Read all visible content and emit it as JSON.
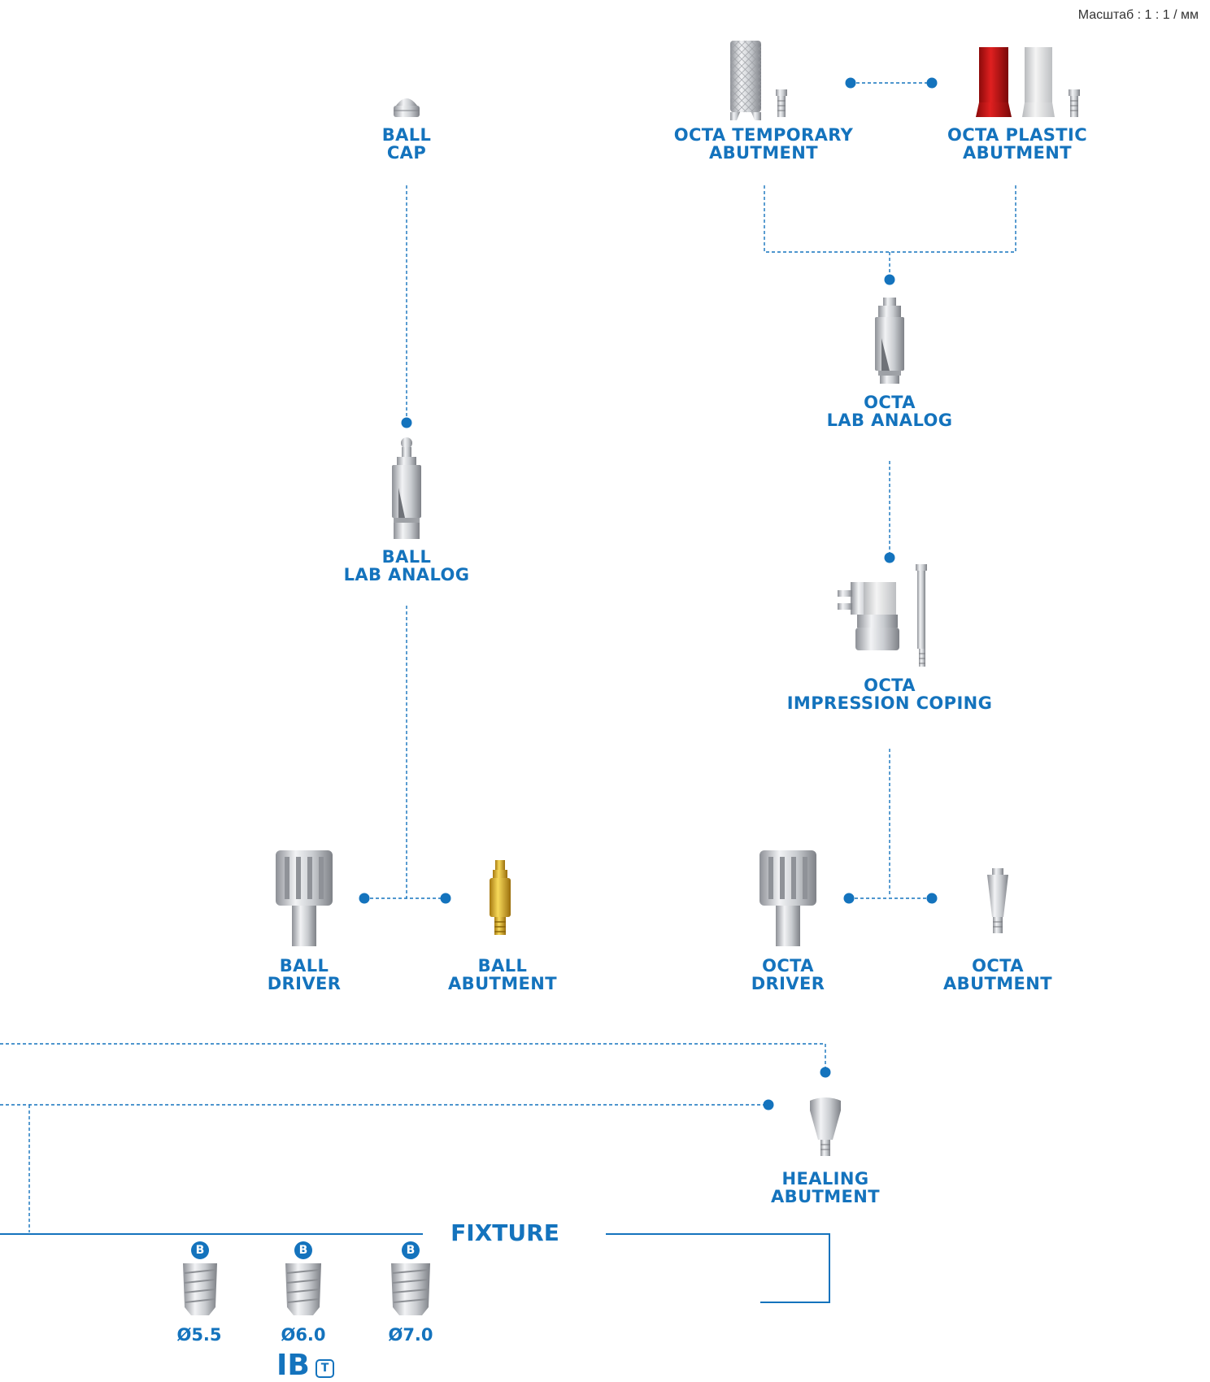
{
  "scale_label": "Масштаб : 1 : 1 / мм",
  "colors": {
    "accent": "#1473bd",
    "metal": "#bfc2c6",
    "gold": "#d9a520",
    "red": "#c41414"
  },
  "components": {
    "ball_cap": {
      "line1": "BALL",
      "line2": "CAP",
      "icon": "ball-cap-icon"
    },
    "ball_lab_analog": {
      "line1": "BALL",
      "line2": "LAB ANALOG",
      "icon": "lab-analog-icon"
    },
    "ball_driver": {
      "line1": "BALL",
      "line2": "DRIVER",
      "icon": "driver-icon"
    },
    "ball_abutment": {
      "line1": "BALL",
      "line2": "ABUTMENT",
      "icon": "ball-abutment-icon"
    },
    "octa_temporary": {
      "line1": "OCTA TEMPORARY",
      "line2": "ABUTMENT",
      "icon": "temporary-abutment-icon"
    },
    "octa_plastic": {
      "line1": "OCTA PLASTIC",
      "line2": "ABUTMENT",
      "icon": "plastic-abutment-icon"
    },
    "octa_lab_analog": {
      "line1": "OCTA",
      "line2": "LAB ANALOG",
      "icon": "lab-analog-icon"
    },
    "octa_impression": {
      "line1": "OCTA",
      "line2": "IMPRESSION COPING",
      "icon": "impression-coping-icon"
    },
    "octa_driver": {
      "line1": "OCTA",
      "line2": "DRIVER",
      "icon": "driver-icon"
    },
    "octa_abutment": {
      "line1": "OCTA",
      "line2": "ABUTMENT",
      "icon": "octa-abutment-icon"
    },
    "healing_abutment": {
      "line1": "HEALING",
      "line2": "ABUTMENT",
      "icon": "healing-abutment-icon"
    }
  },
  "fixture": {
    "title": "FIXTURE",
    "badge": "B",
    "diameters": [
      "Ø5.5",
      "Ø6.0",
      "Ø7.0"
    ],
    "series": "IB",
    "series_mark": "T"
  }
}
